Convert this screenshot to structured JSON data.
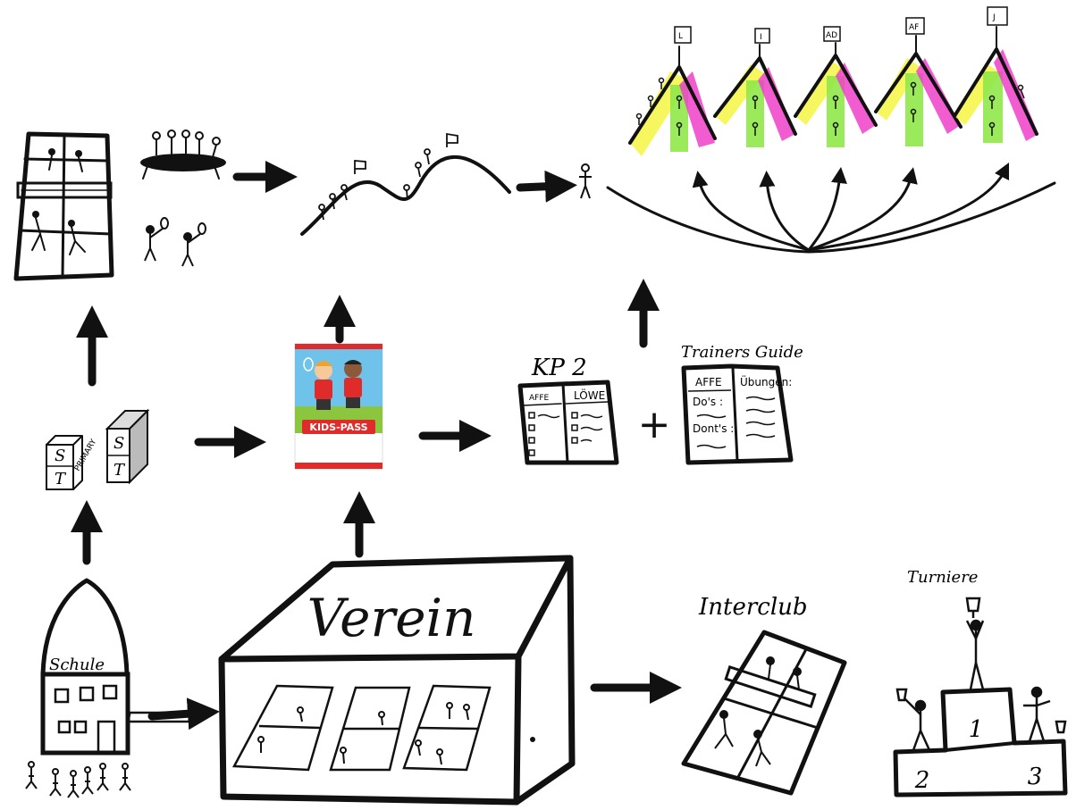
{
  "labels": {
    "schule": "Schule",
    "verein": "Verein",
    "interclub": "Interclub",
    "turniere": "Turniere",
    "kids_pass": "KIDS-PASS",
    "kp2": "KP 2",
    "trainers_guide": "Trainers Guide",
    "primary": "PRIMARY",
    "plus": "+"
  },
  "kp2_book": {
    "left_page": "AFFE",
    "right_page": "LÖWE"
  },
  "guide_book": {
    "left_header": "AFFE",
    "right_header": "Übungen:",
    "dos": "Do's :",
    "donts": "Dont's :"
  },
  "st_boxes": [
    "S",
    "T"
  ],
  "flags": [
    "L",
    "I",
    "AD",
    "AF",
    "J"
  ],
  "podium": [
    "1",
    "2",
    "3"
  ],
  "colors": {
    "ink": "#111111",
    "yellow": "#f5f542",
    "green": "#8fe84a",
    "magenta": "#ee3fc8",
    "kids_pass_red": "#e02b2b",
    "kids_pass_sky": "#6fc3ea",
    "kids_pass_grass": "#8cc63f"
  }
}
